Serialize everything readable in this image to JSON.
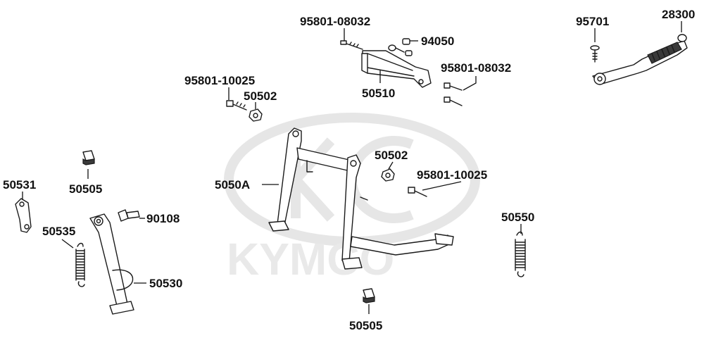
{
  "watermark": {
    "brand": "KYMCO"
  },
  "callouts": [
    {
      "id": "c1",
      "text": "95801-08032"
    },
    {
      "id": "c2",
      "text": "94050"
    },
    {
      "id": "c3",
      "text": "95801-08032"
    },
    {
      "id": "c4",
      "text": "50510"
    },
    {
      "id": "c5",
      "text": "95701"
    },
    {
      "id": "c6",
      "text": "28300"
    },
    {
      "id": "c7",
      "text": "95801-10025"
    },
    {
      "id": "c8",
      "text": "50502"
    },
    {
      "id": "c9",
      "text": "50502"
    },
    {
      "id": "c10",
      "text": "95801-10025"
    },
    {
      "id": "c11",
      "text": "5050A"
    },
    {
      "id": "c12",
      "text": "50531"
    },
    {
      "id": "c13",
      "text": "50505"
    },
    {
      "id": "c14",
      "text": "90108"
    },
    {
      "id": "c15",
      "text": "50535"
    },
    {
      "id": "c16",
      "text": "50530"
    },
    {
      "id": "c17",
      "text": "50550"
    },
    {
      "id": "c18",
      "text": "50505"
    }
  ]
}
